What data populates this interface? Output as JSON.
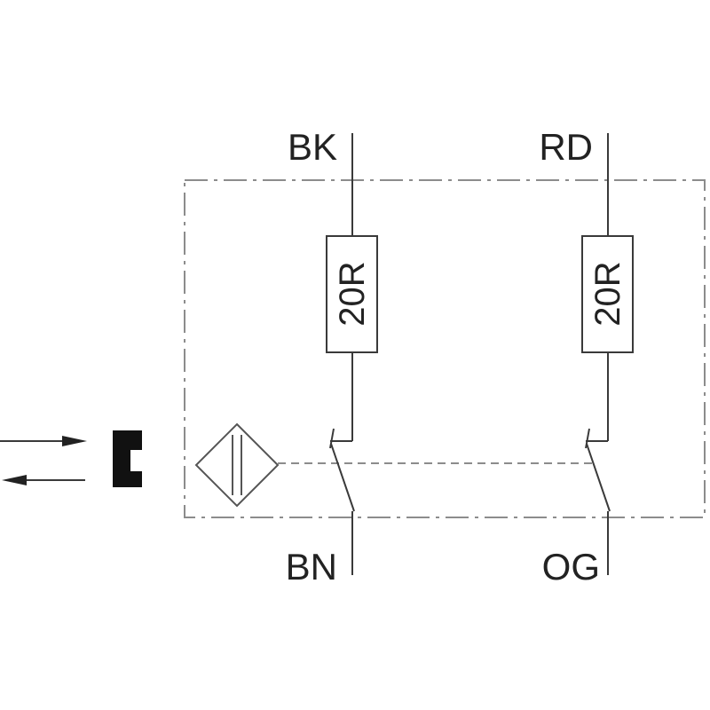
{
  "terminals": {
    "left_top": "BK",
    "right_top": "RD",
    "left_bottom": "BN",
    "right_bottom": "OG"
  },
  "resistors": {
    "left": "20R",
    "right": "20R"
  },
  "colors": {
    "line": "#3a3a3a",
    "frame": "#8c8c8c",
    "actuator": "#111111"
  }
}
